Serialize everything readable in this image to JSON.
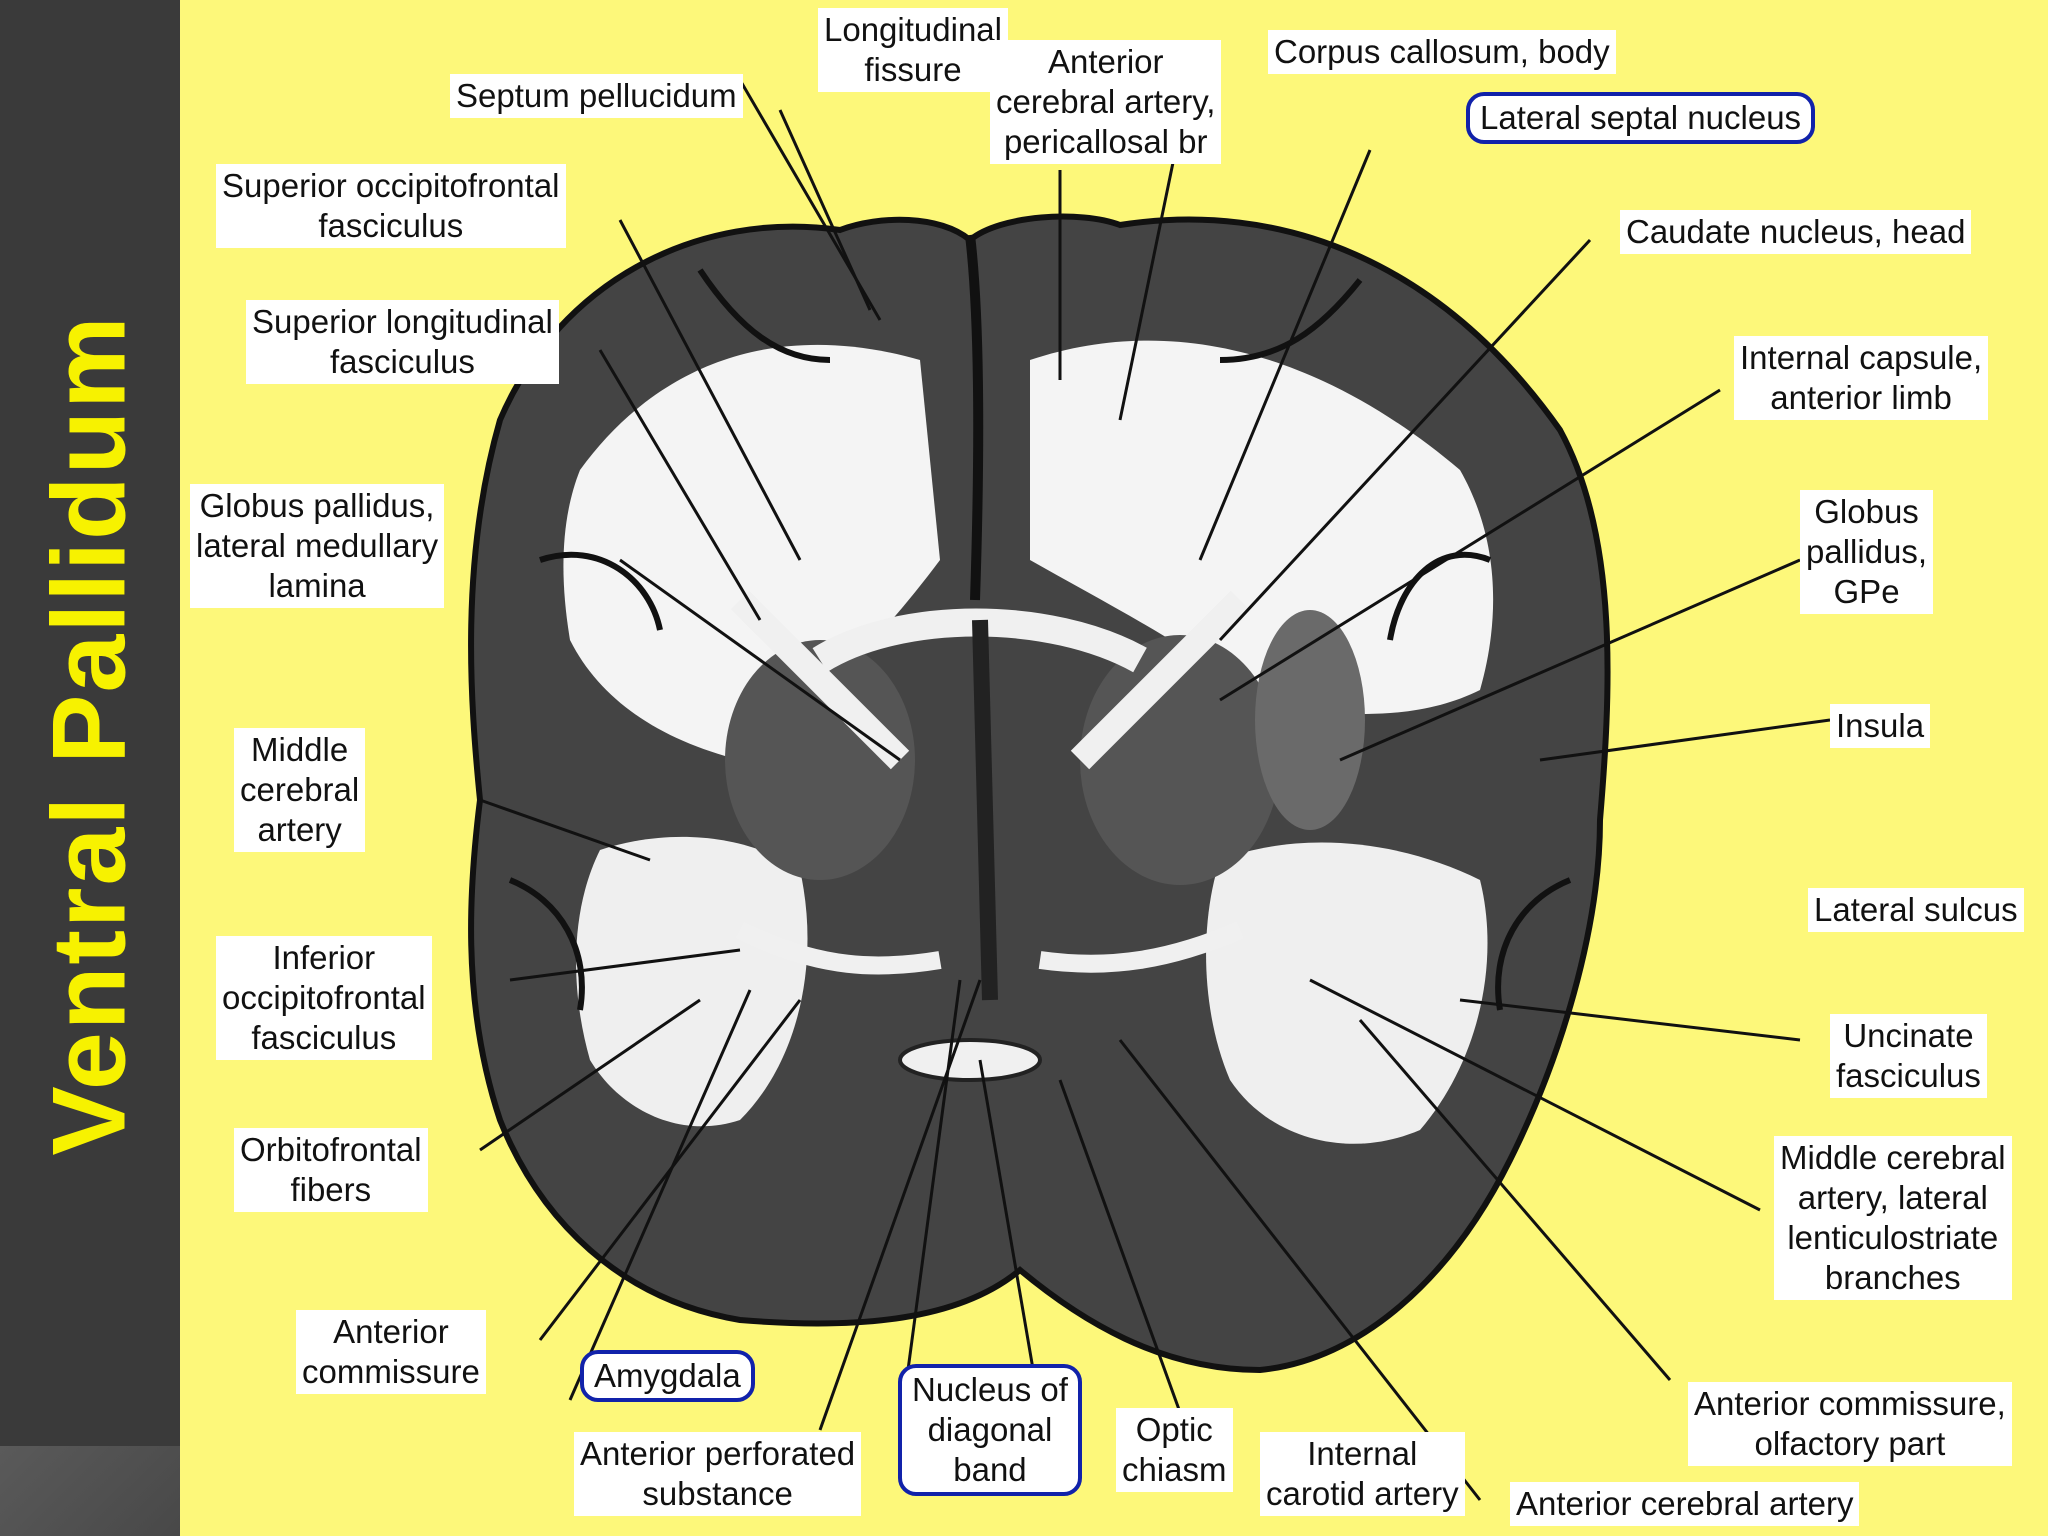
{
  "slide": {
    "title": "Ventral Pallidum"
  },
  "colors": {
    "background": "#fdf87a",
    "sidebar": "#3a3a3a",
    "title": "#f7f200",
    "highlight_box": "#1122aa"
  },
  "labels": {
    "longitudinal_fissure": "Longitudinal\nfissure",
    "septum_pellucidum": "Septum pellucidum",
    "anterior_cerebral_artery_pericallosal": "Anterior\ncerebral artery,\npericallosal br",
    "corpus_callosum_body": "Corpus callosum, body",
    "lateral_septal_nucleus": "Lateral septal nucleus",
    "superior_occipitofrontal_fasciculus": "Superior occipitofrontal\nfasciculus",
    "caudate_nucleus_head": "Caudate nucleus, head",
    "superior_longitudinal_fasciculus": "Superior longitudinal\nfasciculus",
    "internal_capsule_anterior_limb": "Internal capsule,\nanterior limb",
    "globus_pallidus_lateral_medullary_lamina": "Globus pallidus,\nlateral medullary\nlamina",
    "globus_pallidus_gpe": "Globus\npallidus,\nGPe",
    "middle_cerebral_artery": "Middle\ncerebral\nartery",
    "insula": "Insula",
    "lateral_sulcus": "Lateral sulcus",
    "inferior_occipitofrontal_fasciculus": "Inferior\noccipitofrontal\nfasciculus",
    "uncinate_fasciculus": "Uncinate\nfasciculus",
    "orbitofrontal_fibers": "Orbitofrontal\nfibers",
    "middle_cerebral_artery_lateral_lenticulostriate": "Middle cerebral\nartery, lateral\nlenticulostriate\nbranches",
    "anterior_commissure": "Anterior\ncommissure",
    "amygdala": "Amygdala",
    "nucleus_of_diagonal_band": "Nucleus of\ndiagonal\nband",
    "optic_chiasm": "Optic\nchiasm",
    "anterior_commissure_olfactory_part": "Anterior commissure,\nolfactory part",
    "anterior_perforated_substance": "Anterior perforated\nsubstance",
    "internal_carotid_artery": "Internal\ncarotid artery",
    "anterior_cerebral_artery": "Anterior cerebral artery"
  }
}
